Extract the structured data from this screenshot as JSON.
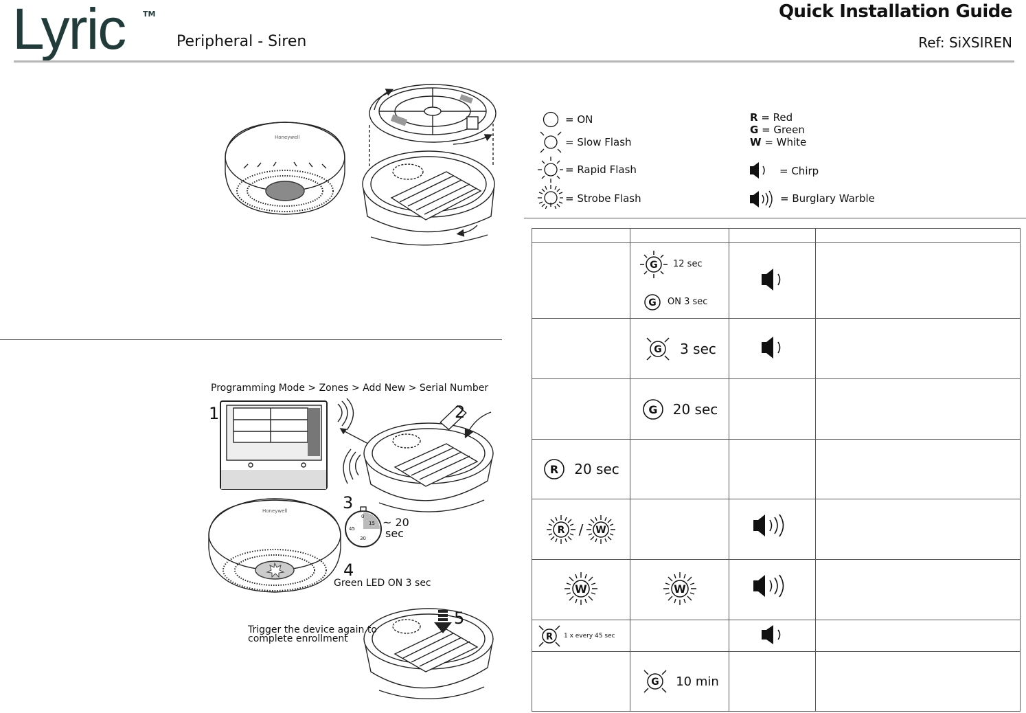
{
  "header": {
    "brand": "Lyric",
    "trademark": "TM",
    "subtitle": "Peripheral - Siren",
    "guide_title": "Quick Installation Guide",
    "ref": "Ref: SiXSIREN"
  },
  "legend": {
    "on": "= ON",
    "slow_flash": "= Slow Flash",
    "rapid_flash": "= Rapid Flash",
    "strobe_flash": "= Strobe Flash",
    "red_key": "R",
    "red_value": "= Red",
    "green_key": "G",
    "green_value": "= Green",
    "white_key": "W",
    "white_value": "= White",
    "chirp": "= Chirp",
    "burglary_warble": "= Burglary Warble"
  },
  "enrollment": {
    "path": "Programming Mode > Zones > Add New > Serial Number",
    "step1": "1",
    "step2": "2",
    "step3": "3",
    "step4": "4",
    "step5": "5",
    "timer_value": "~ 20",
    "timer_unit": "sec",
    "green_led": "Green LED ON 3 sec",
    "trigger_line1": "Trigger the device again to",
    "trigger_line2": "complete enrollment",
    "timer_ticks": [
      "0",
      "15",
      "45",
      "30"
    ],
    "device_brand": "Honeywell"
  },
  "table": {
    "row1": {
      "led_letter": "G",
      "flash_time": "12 sec",
      "on_time": "ON 3 sec"
    },
    "row2": {
      "led_letter": "G",
      "time": "3 sec"
    },
    "row3": {
      "led_letter": "G",
      "time": "20 sec"
    },
    "row4": {
      "led_letter": "R",
      "time": "20 sec"
    },
    "row5": {
      "led_a": "R",
      "separator": "/",
      "led_b": "W"
    },
    "row6": {
      "led_a": "W",
      "led_b": "W"
    },
    "row7": {
      "led_letter": "R",
      "note": "1 x every 45 sec"
    },
    "row8": {
      "led_letter": "G",
      "time": "10 min"
    }
  }
}
